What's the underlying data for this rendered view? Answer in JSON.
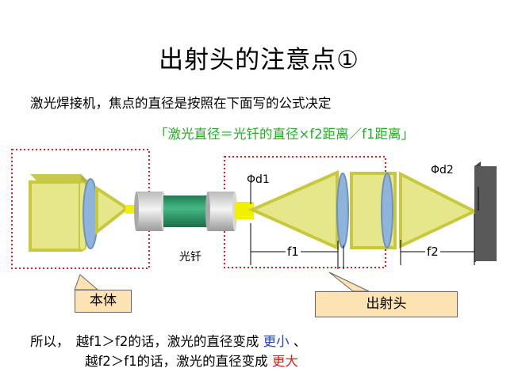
{
  "title": "出射头的注意点①",
  "intro": "激光焊接机，焦点的直径是按照在下面写的公式决定",
  "formula": "「激光直径＝光钎的直径×f2距离／f1距离」",
  "labels": {
    "phi_d1": "Φd1",
    "phi_d2": "Φd2",
    "fiber": "光钎",
    "f1": "f1",
    "f2": "f2"
  },
  "callouts": {
    "body": "本体",
    "head": "出射头"
  },
  "conclusion": {
    "line1_prefix": "所以，　越f1＞f2的话，激光的直径变成",
    "line1_result": "更小",
    "line1_suffix": "、",
    "line2_prefix": "越f2＞f1的话，激光的直径变成",
    "line2_result": "更大"
  },
  "colors": {
    "formula": "#22b022",
    "lens_yellow": "#e6e68a",
    "lens_blue": "#8fb4dc",
    "fiber_green": "#2f9a6a",
    "dotted_box": "#e31b1b",
    "callout_fill": "#fde3b4",
    "result_small": "#1f3fd6",
    "result_large": "#e21b1b"
  }
}
